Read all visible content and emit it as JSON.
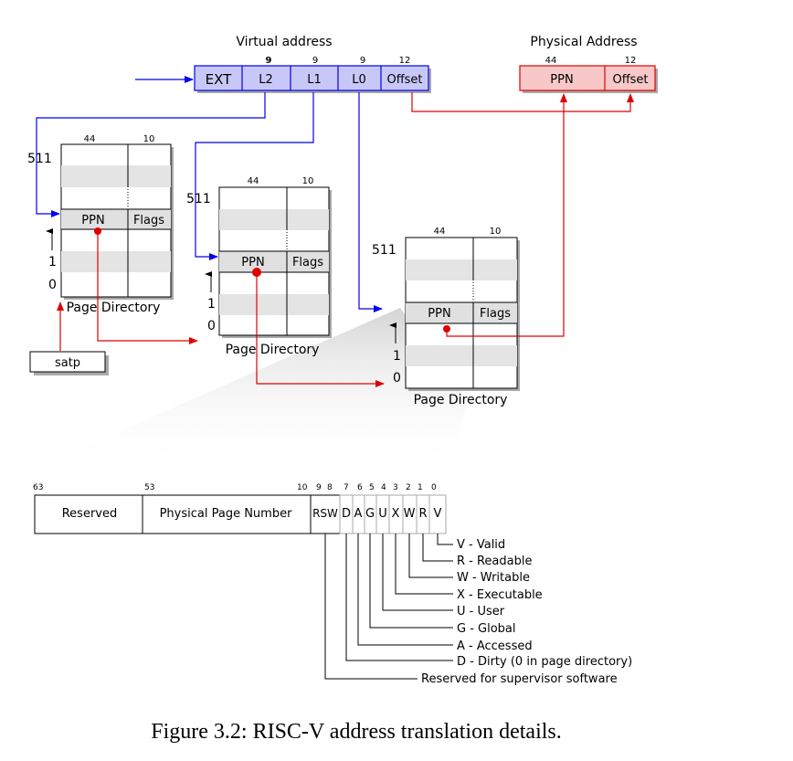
{
  "virtual_address": {
    "title": "Virtual address",
    "fields": [
      {
        "label": "EXT",
        "bits": ""
      },
      {
        "label": "L2",
        "bits": "9"
      },
      {
        "label": "L1",
        "bits": "9"
      },
      {
        "label": "L0",
        "bits": "9"
      },
      {
        "label": "Offset",
        "bits": "12"
      }
    ]
  },
  "physical_address": {
    "title": "Physical Address",
    "fields": [
      {
        "label": "PPN",
        "bits": "44"
      },
      {
        "label": "Offset",
        "bits": "12"
      }
    ]
  },
  "page_directory": {
    "label": "Page Directory",
    "ppn": "PPN",
    "flags": "Flags",
    "ppn_bits": "44",
    "flags_bits": "10",
    "row_top": "511",
    "row_one": "1",
    "row_zero": "0"
  },
  "satp": "satp",
  "pte": {
    "bit_numbers": {
      "b63": "63",
      "b53": "53",
      "b10": "10",
      "b9": "9",
      "b8": "8",
      "b7": "7",
      "b6": "6",
      "b5": "5",
      "b4": "4",
      "b3": "3",
      "b2": "2",
      "b1": "1",
      "b0": "0"
    },
    "reserved": "Reserved",
    "ppn": "Physical Page Number",
    "rsw": "RSW",
    "flags": [
      "D",
      "A",
      "G",
      "U",
      "X",
      "W",
      "R",
      "V"
    ]
  },
  "legend": [
    "V - Valid",
    "R  - Readable",
    "W - Writable",
    "X  - Executable",
    "U - User",
    "G - Global",
    "A - Accessed",
    "D - Dirty (0 in page directory)",
    "Reserved for supervisor software"
  ],
  "caption": "Figure 3.2: RISC-V address translation details.",
  "colors": {
    "blue_fill": "#c8c8f8",
    "blue_line": "#0000ee",
    "red_fill": "#f8c8c8",
    "red_line": "#e00000",
    "stripe": "#e4e4e4"
  }
}
